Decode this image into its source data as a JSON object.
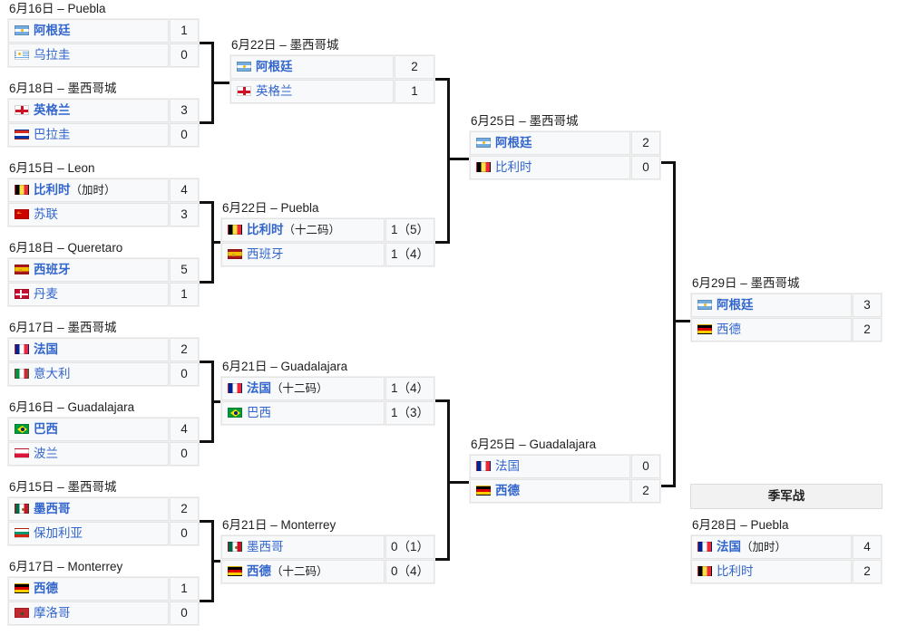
{
  "title": "1986 FIFA World Cup knockout bracket",
  "labels": {
    "third_place": "季军战",
    "aet": "（加时）",
    "pens": "（十二码）"
  },
  "rounds": [
    {
      "name": "round-of-16",
      "matches": [
        {
          "id": "r16-1",
          "date": "6月16日 – Puebla",
          "teams": [
            {
              "flag": "ar",
              "name": "阿根廷",
              "note": "",
              "score": "1",
              "winner": true
            },
            {
              "flag": "uy",
              "name": "乌拉圭",
              "note": "",
              "score": "0",
              "winner": false
            }
          ]
        },
        {
          "id": "r16-2",
          "date": "6月18日 – 墨西哥城",
          "teams": [
            {
              "flag": "en",
              "name": "英格兰",
              "note": "",
              "score": "3",
              "winner": true
            },
            {
              "flag": "py",
              "name": "巴拉圭",
              "note": "",
              "score": "0",
              "winner": false
            }
          ]
        },
        {
          "id": "r16-3",
          "date": "6月15日 – Leon",
          "teams": [
            {
              "flag": "be",
              "name": "比利时",
              "note": "（加时）",
              "score": "4",
              "winner": true
            },
            {
              "flag": "su",
              "name": "苏联",
              "note": "",
              "score": "3",
              "winner": false
            }
          ]
        },
        {
          "id": "r16-4",
          "date": "6月18日 – Queretaro",
          "teams": [
            {
              "flag": "es",
              "name": "西班牙",
              "note": "",
              "score": "5",
              "winner": true
            },
            {
              "flag": "dk",
              "name": "丹麦",
              "note": "",
              "score": "1",
              "winner": false
            }
          ]
        },
        {
          "id": "r16-5",
          "date": "6月17日 – 墨西哥城",
          "teams": [
            {
              "flag": "fr",
              "name": "法国",
              "note": "",
              "score": "2",
              "winner": true
            },
            {
              "flag": "it",
              "name": "意大利",
              "note": "",
              "score": "0",
              "winner": false
            }
          ]
        },
        {
          "id": "r16-6",
          "date": "6月16日 – Guadalajara",
          "teams": [
            {
              "flag": "br",
              "name": "巴西",
              "note": "",
              "score": "4",
              "winner": true
            },
            {
              "flag": "pl",
              "name": "波兰",
              "note": "",
              "score": "0",
              "winner": false
            }
          ]
        },
        {
          "id": "r16-7",
          "date": "6月15日 – 墨西哥城",
          "teams": [
            {
              "flag": "mx",
              "name": "墨西哥",
              "note": "",
              "score": "2",
              "winner": true
            },
            {
              "flag": "bg",
              "name": "保加利亚",
              "note": "",
              "score": "0",
              "winner": false
            }
          ]
        },
        {
          "id": "r16-8",
          "date": "6月17日 – Monterrey",
          "teams": [
            {
              "flag": "de",
              "name": "西德",
              "note": "",
              "score": "1",
              "winner": true
            },
            {
              "flag": "ma",
              "name": "摩洛哥",
              "note": "",
              "score": "0",
              "winner": false
            }
          ]
        }
      ]
    },
    {
      "name": "quarter-finals",
      "matches": [
        {
          "id": "qf-1",
          "date": "6月22日 – 墨西哥城",
          "teams": [
            {
              "flag": "ar",
              "name": "阿根廷",
              "note": "",
              "score": "2",
              "winner": true
            },
            {
              "flag": "en",
              "name": "英格兰",
              "note": "",
              "score": "1",
              "winner": false
            }
          ]
        },
        {
          "id": "qf-2",
          "date": "6月22日 – Puebla",
          "teams": [
            {
              "flag": "be",
              "name": "比利时",
              "note": "（十二码）",
              "score": "1（5）",
              "winner": true
            },
            {
              "flag": "es",
              "name": "西班牙",
              "note": "",
              "score": "1（4）",
              "winner": false
            }
          ]
        },
        {
          "id": "qf-3",
          "date": "6月21日 – Guadalajara",
          "teams": [
            {
              "flag": "fr",
              "name": "法国",
              "note": "（十二码）",
              "score": "1（4）",
              "winner": true
            },
            {
              "flag": "br",
              "name": "巴西",
              "note": "",
              "score": "1（3）",
              "winner": false
            }
          ]
        },
        {
          "id": "qf-4",
          "date": "6月21日 – Monterrey",
          "teams": [
            {
              "flag": "mx",
              "name": "墨西哥",
              "note": "",
              "score": "0（1）",
              "winner": false
            },
            {
              "flag": "de",
              "name": "西德",
              "note": "（十二码）",
              "score": "0（4）",
              "winner": true
            }
          ]
        }
      ]
    },
    {
      "name": "semi-finals",
      "matches": [
        {
          "id": "sf-1",
          "date": "6月25日 – 墨西哥城",
          "teams": [
            {
              "flag": "ar",
              "name": "阿根廷",
              "note": "",
              "score": "2",
              "winner": true
            },
            {
              "flag": "be",
              "name": "比利时",
              "note": "",
              "score": "0",
              "winner": false
            }
          ]
        },
        {
          "id": "sf-2",
          "date": "6月25日 – Guadalajara",
          "teams": [
            {
              "flag": "fr",
              "name": "法国",
              "note": "",
              "score": "0",
              "winner": false
            },
            {
              "flag": "de",
              "name": "西德",
              "note": "",
              "score": "2",
              "winner": true
            }
          ]
        }
      ]
    },
    {
      "name": "final",
      "matches": [
        {
          "id": "final",
          "date": "6月29日 – 墨西哥城",
          "teams": [
            {
              "flag": "ar",
              "name": "阿根廷",
              "note": "",
              "score": "3",
              "winner": true
            },
            {
              "flag": "de",
              "name": "西德",
              "note": "",
              "score": "2",
              "winner": false
            }
          ]
        }
      ]
    },
    {
      "name": "third-place",
      "matches": [
        {
          "id": "third",
          "date": "6月28日 – Puebla",
          "teams": [
            {
              "flag": "fr",
              "name": "法国",
              "note": "（加时）",
              "score": "4",
              "winner": true
            },
            {
              "flag": "be",
              "name": "比利时",
              "note": "",
              "score": "2",
              "winner": false
            }
          ]
        }
      ]
    }
  ]
}
